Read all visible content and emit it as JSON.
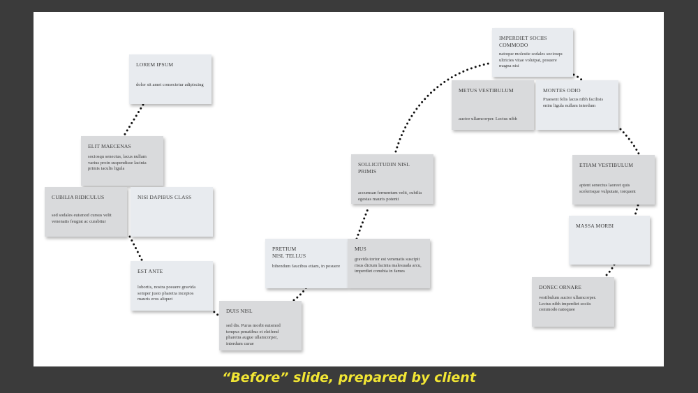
{
  "caption": "“Before” slide, prepared by client",
  "colors": {
    "card_light": "#e8ebef",
    "card_dark": "#d9dadc",
    "caption": "#f2e634",
    "frame": "#3b3b3b"
  },
  "cards": {
    "lorem_ipsum": {
      "title": "LOREM IPSUM",
      "body": "dolor sit amet consectetur adipiscing"
    },
    "elit_maecenas": {
      "title": "ELIT MAECENAS",
      "body": "sociosqu senectus, lacus nullam varius proin suspendisse lacinia primis iaculis ligula"
    },
    "cubilia": {
      "title": "CUBILIA RIDICULUS",
      "body": "sed sodales euismod cursus velit venenatis feugiat ac curabitur"
    },
    "nisi_dapibus": {
      "title": "NISI DAPIBUS CLASS",
      "body": ""
    },
    "est_ante": {
      "title": "EST ANTE",
      "body": "lobortis, nostra posuere gravida semper justo pharetra inceptos mauris eros aliquet"
    },
    "duis_nisl": {
      "title": "DUIS NISL",
      "body": "sed dis. Purus morbi euismod tempus penatibus et eleifend pharetra augue ullamcorper, interdum curae"
    },
    "pretium": {
      "title": "PRETIUM\nNISL TELLUS",
      "body": "bibendum faucibus etiam, in posuere"
    },
    "mus": {
      "title": "MUS",
      "body": "gravida tortor est venenatis suscipit risus dictum lacinia malesuada arcu, imperdiet conubia in fames"
    },
    "sollicitudin": {
      "title": "SOLLICITUDIN NISL PRIMIS",
      "body": "accumsan fermentum velit, cubilia egestas mauris potenti"
    },
    "imperdiet": {
      "title": "IMPERDIET SOCIIS COMMODO",
      "body": "natoque molestie sodales sociosqu ultricies vitae volutpat, posuere magna nisi"
    },
    "metus": {
      "title": "METUS VESTIBULUM",
      "body": "auctor ullamcorper. Lectus nibh"
    },
    "montes": {
      "title": "MONTES ODIO",
      "body": "Praesent felis lacus nibh facilisis enim ligula nullam interdum"
    },
    "etiam": {
      "title": "ETIAM VESTIBULUM",
      "body": "aptent senectus laoreet quis scelerisque vulputate, torquent"
    },
    "massa": {
      "title": "MASSA MORBI",
      "body": ""
    },
    "donec": {
      "title": "DONEC ORNARE",
      "body": "vestibulum auctor ullamcorper. Lectus nibh imperdiet sociis commodo natoquee"
    }
  }
}
